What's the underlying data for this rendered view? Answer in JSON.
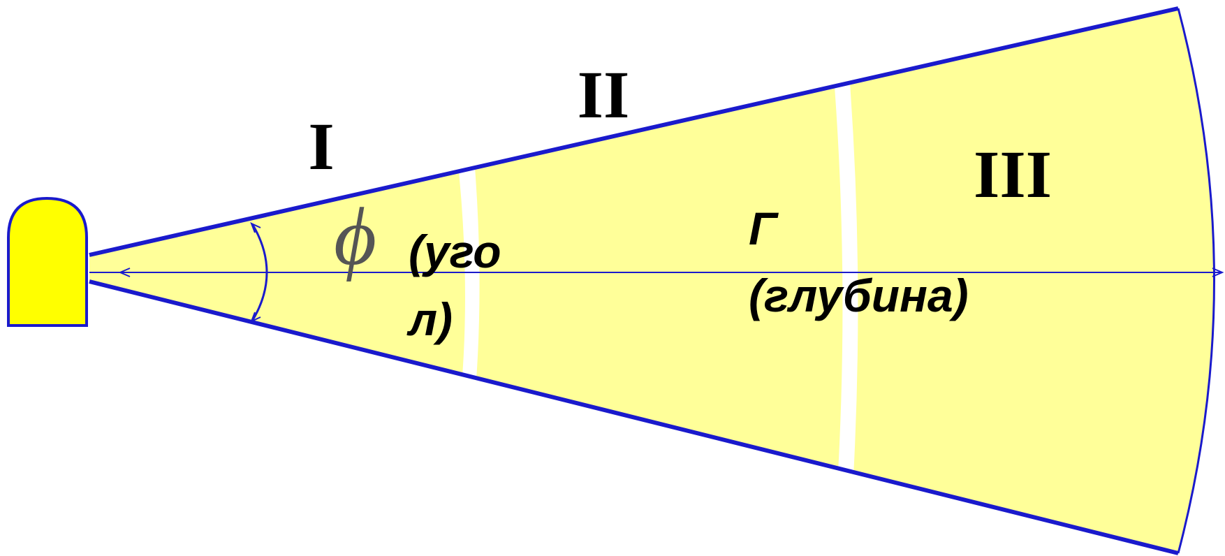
{
  "diagram": {
    "zones": [
      {
        "numeral": "I"
      },
      {
        "numeral": "II"
      },
      {
        "numeral": "III"
      }
    ],
    "angle_symbol": "ϕ",
    "angle_label_line1": "(уго",
    "angle_label_line2": "л)",
    "depth_symbol": "Г",
    "depth_label": "(глубина)"
  },
  "colors": {
    "sector_fill": "#FFFF99",
    "sector_outline": "#1A1ACC",
    "source_fill": "#FFFF00",
    "divider": "#FFFFFF"
  },
  "icons": {
    "source": "light-source-icon",
    "angle_arc": "angle-arc-icon",
    "axis_arrow": "axis-arrow-icon"
  }
}
